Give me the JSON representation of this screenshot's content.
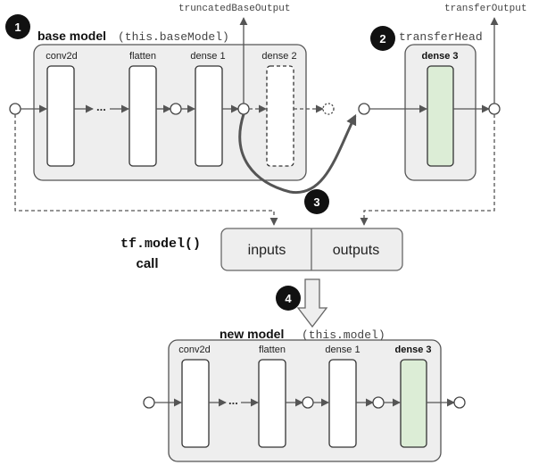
{
  "base_model": {
    "title": "base model",
    "code": "(this.baseModel)",
    "layers": [
      "conv2d",
      "flatten",
      "dense 1",
      "dense 2"
    ],
    "ellipsis": "..."
  },
  "truncated_output": "truncatedBaseOutput",
  "transfer_head": {
    "title": "transferHead",
    "layer": "dense 3"
  },
  "transfer_output": "transferOutput",
  "call": {
    "code": "tf.model()",
    "label": "call",
    "inputs": "inputs",
    "outputs": "outputs"
  },
  "new_model": {
    "title": "new model",
    "code": "(this.model)",
    "layers": [
      "conv2d",
      "flatten",
      "dense 1",
      "dense 3"
    ],
    "ellipsis": "..."
  },
  "steps": [
    "1",
    "2",
    "3",
    "4"
  ],
  "colors": {
    "box_fill": "#eeeeee",
    "new_layer_fill": "#dcedd6",
    "badge": "#111111"
  }
}
